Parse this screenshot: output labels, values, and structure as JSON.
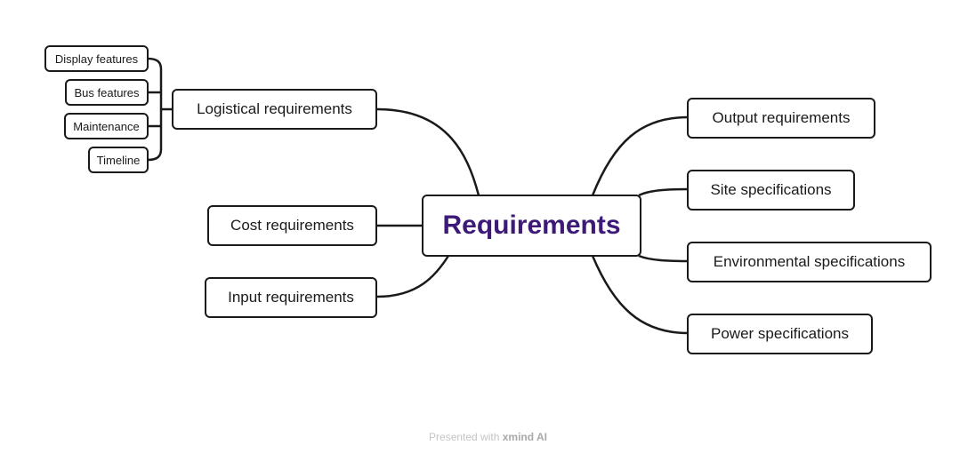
{
  "central": {
    "label": "Requirements"
  },
  "left_topics": [
    {
      "label": "Logistical requirements"
    },
    {
      "label": "Cost requirements"
    },
    {
      "label": "Input requirements"
    }
  ],
  "logistical_subtopics": [
    {
      "label": "Display features"
    },
    {
      "label": "Bus features"
    },
    {
      "label": "Maintenance"
    },
    {
      "label": "Timeline"
    }
  ],
  "right_topics": [
    {
      "label": "Output requirements"
    },
    {
      "label": "Site specifications"
    },
    {
      "label": "Environmental specifications"
    },
    {
      "label": "Power specifications"
    }
  ],
  "footer": {
    "prefix": "Presented with",
    "brand": "xmind AI"
  },
  "colors": {
    "central_text": "#3d1a78",
    "border": "#1a1a1a",
    "footer": "#c4c4c4"
  }
}
